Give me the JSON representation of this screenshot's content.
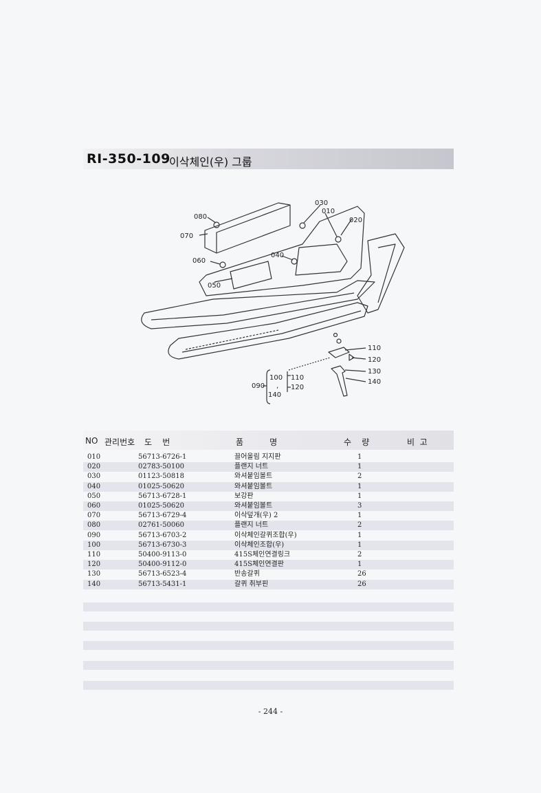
{
  "title": {
    "code": "RI-350-109",
    "name": "이삭체인(우) 그룹"
  },
  "diagram": {
    "callouts": [
      "080",
      "070",
      "060",
      "050",
      "040",
      "030",
      "010",
      "020",
      "110",
      "120",
      "130",
      "140",
      "090",
      "100",
      "110",
      "120",
      "140"
    ],
    "bracket_sep": ","
  },
  "table": {
    "headers": {
      "no": "NO",
      "mgmt": "관리번호",
      "drawing": "도    번",
      "name": "품          명",
      "qty": "수    량",
      "note": "비  고"
    },
    "rows": [
      {
        "no": "010",
        "drawing": "56713-6726-1",
        "name": "끌어올림 지지판",
        "qty": "1"
      },
      {
        "no": "020",
        "drawing": "02783-50100",
        "name": "플랜지 너트",
        "qty": "1"
      },
      {
        "no": "030",
        "drawing": "01123-50818",
        "name": "와셔붙임볼트",
        "qty": "2"
      },
      {
        "no": "040",
        "drawing": "01025-50620",
        "name": "와셔붙임볼트",
        "qty": "1"
      },
      {
        "no": "050",
        "drawing": "56713-6728-1",
        "name": "보강판",
        "qty": "1"
      },
      {
        "no": "060",
        "drawing": "01025-50620",
        "name": "와셔붙임볼트",
        "qty": "3"
      },
      {
        "no": "070",
        "drawing": "56713-6729-4",
        "name": "이삭덮개(우) 2",
        "qty": "1"
      },
      {
        "no": "080",
        "drawing": "02761-50060",
        "name": "플랜지 너트",
        "qty": "2"
      },
      {
        "no": "090",
        "drawing": "56713-6703-2",
        "name": "이삭체인갈퀴조합(우)",
        "qty": "1"
      },
      {
        "no": "100",
        "drawing": "56713-6730-3",
        "name": "이삭체인조합(우)",
        "qty": "1"
      },
      {
        "no": "110",
        "drawing": "50400-9113-0",
        "name": "415S체인연결링크",
        "qty": "2"
      },
      {
        "no": "120",
        "drawing": "50400-9112-0",
        "name": "415S체인연결판",
        "qty": "1"
      },
      {
        "no": "130",
        "drawing": "56713-6523-4",
        "name": "반송갈퀴",
        "qty": "26"
      },
      {
        "no": "140",
        "drawing": "56713-5431-1",
        "name": "갈퀴 취부핀",
        "qty": "26"
      }
    ]
  },
  "page_number": "- 244 -"
}
